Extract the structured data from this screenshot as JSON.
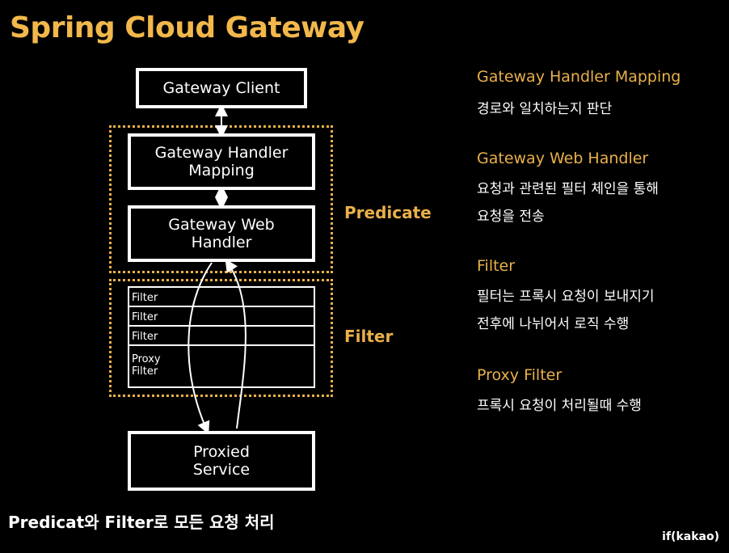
{
  "title": "Spring Cloud Gateway",
  "diagram": {
    "client": "Gateway Client",
    "handler_mapping": "Gateway Handler\nMapping",
    "web_handler": "Gateway Web\nHandler",
    "filters": [
      "Filter",
      "Filter",
      "Filter",
      "Proxy\nFilter"
    ],
    "proxied_service": "Proxied\nService",
    "predicate_label": "Predicate",
    "filter_label": "Filter"
  },
  "descriptions": [
    {
      "title": "Gateway Handler Mapping",
      "lines": [
        "경로와 일치하는지 판단"
      ]
    },
    {
      "title": "Gateway Web Handler",
      "lines": [
        "요청과 관련된 필터 체인을 통해",
        "요청을 전송"
      ]
    },
    {
      "title": "Filter",
      "lines": [
        "필터는 프록시 요청이 보내지기",
        "전후에 나뉘어서 로직 수행"
      ]
    },
    {
      "title": "Proxy Filter",
      "lines": [
        "프록시 요청이 처리될때 수행"
      ]
    }
  ],
  "footer": "Predicat와 Filter로 모든 요청 처리",
  "brand": "if(kakao)",
  "colors": {
    "accent": "#f2b84b",
    "dotted_border": "#e9b04a",
    "background": "#000000",
    "foreground": "#ffffff"
  }
}
